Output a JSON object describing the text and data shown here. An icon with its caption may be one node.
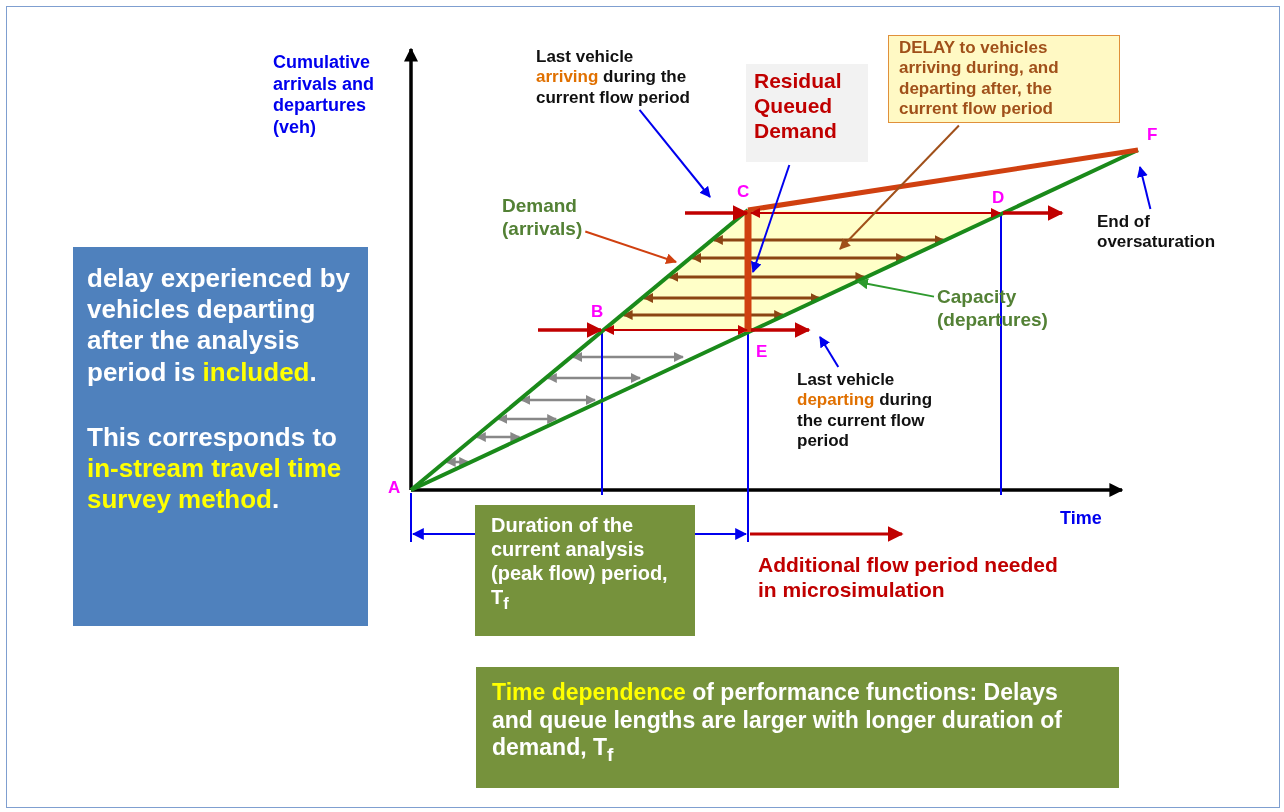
{
  "diagram": {
    "nodes": [
      {
        "text": [
          "Last vehicle **arriving** during the current flow period"
        ]
      },
      {
        "text": [
          "Residual Queued Demand"
        ]
      },
      {
        "text": [
          "DELAY to vehicles arriving during, and departing after, the current flow period"
        ]
      },
      {
        "text": [
          "Demand (arrivals)"
        ]
      },
      {
        "text": [
          "End of oversaturation"
        ]
      },
      {
        "text": [
          "Capacity (departures)"
        ]
      },
      {
        "text": [
          "delay experienced by vehicles departing after the analysis period is **included**.",
          "This corresponds to **in-stream travel time survey method**."
        ]
      },
      {
        "text": [
          "Last vehicle **departing** during the current flow period"
        ]
      },
      {
        "text": [
          "Duration of the current analysis (peak flow) period, T$_{f}$"
        ]
      },
      {
        "text": [
          "**Time dependence** of performance functions: Delays and queue lengths are larger with longer duration of demand, T$_{f}$"
        ]
      }
    ],
    "edges": [
      {
        "from": 0,
        "to": null,
        "arrow": "to"
      },
      {
        "from": 1,
        "to": null,
        "arrow": "to"
      },
      {
        "from": 2,
        "to": null,
        "arrow": "to",
        "color": "#a0501a"
      },
      {
        "from": 3,
        "to": null,
        "arrow": "to",
        "color": "#d04010"
      },
      {
        "from": 4,
        "to": null,
        "arrow": "to"
      },
      {
        "from": 5,
        "to": null,
        "arrow": "to",
        "color": "#2e9a2e"
      },
      {
        "from": 7,
        "to": null,
        "arrow": "to"
      }
    ],
    "labels": [
      "Cumulative arrivals and departures (veh)",
      "F",
      "C",
      "D",
      "B",
      "E",
      "A",
      "Time",
      "Additional flow period needed in microsimulation"
    ]
  }
}
